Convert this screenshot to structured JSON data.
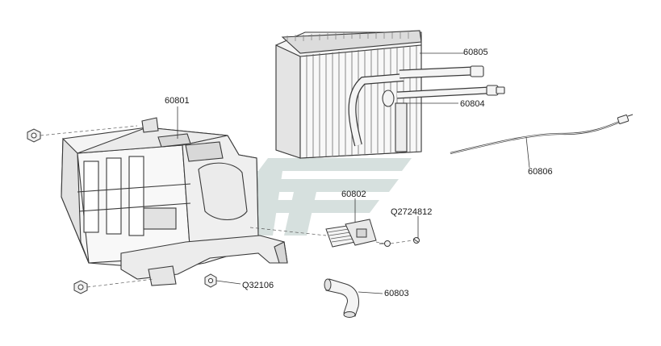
{
  "callouts": {
    "evaporator_core": "60805",
    "expansion_valve": "60804",
    "heater_housing": "60801",
    "thermistor_wire": "60806",
    "blower_resistor": "60802",
    "resistor_screw": "Q2724812",
    "bottom_nut": "Q32106",
    "drain_hose": "60803"
  },
  "colors": {
    "line": "#3a3a3a",
    "fill": "#f4f4f4",
    "shade": "#d9d9d9",
    "watermark": "#c9d6d3"
  }
}
